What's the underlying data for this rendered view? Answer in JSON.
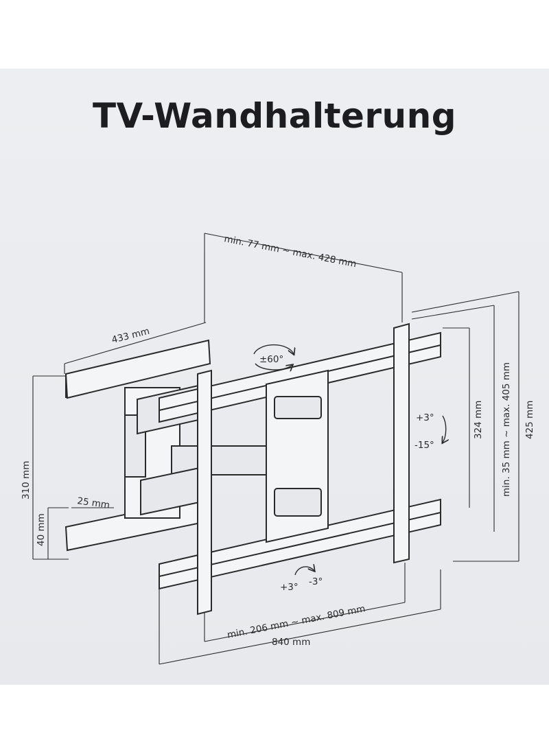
{
  "title": "TV-Wandhalterung",
  "labels": {
    "depth_range": "min. 77 mm ~ max. 428 mm",
    "arm_width": "433 mm",
    "swivel": "±60°",
    "tilt_pos": "+3°",
    "tilt_neg": "-15°",
    "rail_vertical": "324 mm",
    "vesa_vertical_range": "min. 35 mm ~ max. 405 mm",
    "total_height": "425 mm",
    "wall_plate_height": "310 mm",
    "arm_offset": "25 mm",
    "arm_height": "40 mm",
    "level_pos": "+3°",
    "level_neg": "-3°",
    "vesa_horizontal_range": "min. 206 mm ~ max. 809 mm",
    "total_width": "840 mm"
  },
  "colors": {
    "background": "#e9ebee",
    "line": "#2a2a2a",
    "title": "#1d1d1f"
  }
}
